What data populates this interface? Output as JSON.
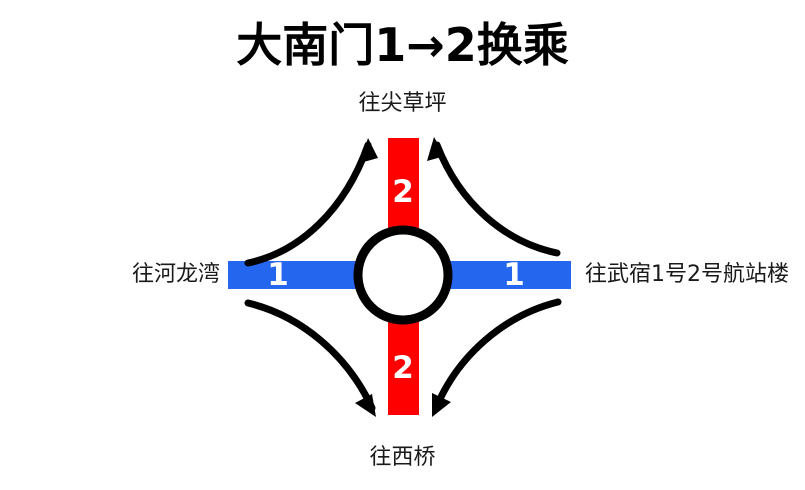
{
  "title": "大南门1→2换乘",
  "station": {
    "name": "大南门",
    "interchange_symbol": "circle-white-black-ring"
  },
  "destinations": {
    "north": "往尖草坪",
    "south": "往西桥",
    "west": "往河龙湾",
    "east": "往武宿1号2号航站楼"
  },
  "lines": [
    {
      "id": "line-1",
      "number": "1",
      "color": "#2566EF",
      "orientation": "horizontal",
      "from_label": "往河龙湾",
      "to_label": "往武宿1号2号航站楼"
    },
    {
      "id": "line-2",
      "number": "2",
      "color": "#FF0000",
      "orientation": "vertical",
      "from_label": "往尖草坪",
      "to_label": "往西桥"
    }
  ],
  "line_numbers": {
    "line2_north": "2",
    "line2_south": "2",
    "line1_west": "1",
    "line1_east": "1"
  },
  "transfer_arrows": [
    {
      "id": "nw",
      "name": "transfer-arrow-west-to-north",
      "direction": "up"
    },
    {
      "id": "ne",
      "name": "transfer-arrow-east-to-north",
      "direction": "up"
    },
    {
      "id": "sw",
      "name": "transfer-arrow-west-to-south",
      "direction": "down"
    },
    {
      "id": "se",
      "name": "transfer-arrow-east-to-south",
      "direction": "down"
    }
  ],
  "colors": {
    "line1": "#2566EF",
    "line2": "#FF0000",
    "arrow": "#000000",
    "background": "#FFFFFF",
    "text": "#1A1A1A",
    "number_text": "#FFFFFF"
  }
}
